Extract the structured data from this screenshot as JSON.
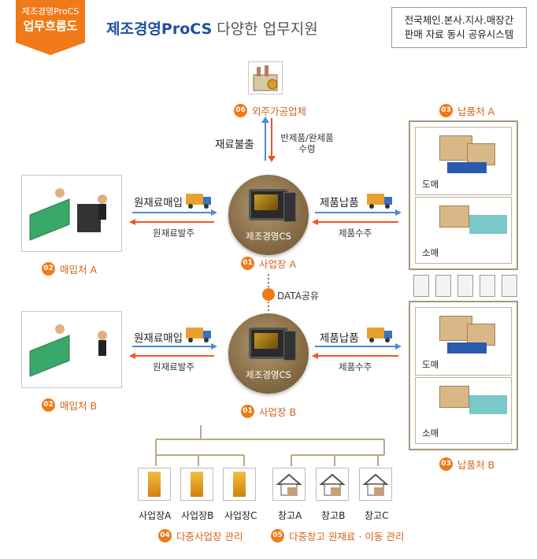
{
  "header": {
    "tag_line1": "제조경영ProCS",
    "tag_line2": "업무흐름도",
    "title_brand": "제조경영ProCS",
    "title_rest": " 다양한 업무지원",
    "notice_line1": "전국체인.본사.지사.매장간",
    "notice_line2": "판매 자료 동시 공유시스템"
  },
  "nodes": {
    "outsourcing": {
      "num": "06",
      "label": "외주가공업체"
    },
    "site_a": {
      "num": "01",
      "label": "사업장 A",
      "hub": "제조경영CS"
    },
    "site_b": {
      "num": "01",
      "label": "사업장 B",
      "hub": "제조경영CS"
    },
    "supplier_a": {
      "num": "02",
      "label": "매입처 A"
    },
    "supplier_b": {
      "num": "02",
      "label": "매입처 B"
    },
    "delivery_a": {
      "num": "03",
      "label": "납품처 A",
      "shop1": "도매",
      "shop2": "소매"
    },
    "delivery_b": {
      "num": "03",
      "label": "납품처 B",
      "shop1": "도매",
      "shop2": "소매"
    },
    "multi_site": {
      "num": "04",
      "label": "다중사업장 관리",
      "items": [
        "사업장A",
        "사업장B",
        "사업장C"
      ]
    },
    "multi_wh": {
      "num": "05",
      "label": "다중창고 원재료 · 이동 관리",
      "items": [
        "창고A",
        "창고B",
        "창고C"
      ]
    }
  },
  "flows": {
    "material_out": "재료불출",
    "semi_return": "반제품/완제품\n수령",
    "raw_purchase": "원재료매입",
    "raw_order": "원재료발주",
    "product_deliver": "제품납품",
    "product_order": "제품수주",
    "data_share": "DATA공유"
  },
  "colors": {
    "orange": "#f07a18",
    "blue_arrow": "#4a8ad8",
    "red_arrow": "#e8572a",
    "brand_blue": "#1f4fa0"
  }
}
